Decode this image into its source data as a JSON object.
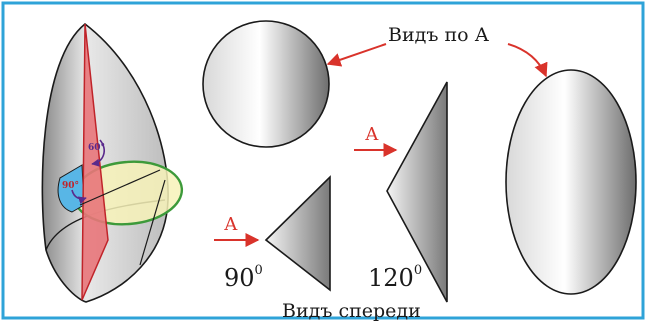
{
  "labels": {
    "view_a_title": "Видъ по А",
    "front_view_title": "Видъ спереди",
    "arrow_a_left": "А",
    "arrow_a_mid": "А",
    "angle_90_base": "90",
    "angle_90_sup": "0",
    "angle_120_base": "120",
    "angle_120_sup": "0",
    "angle_60_small": "60°",
    "angle_90_small": "90°"
  },
  "colors": {
    "frame_border": "#2fa3d8",
    "arrow_red": "#d9332b",
    "cut_plane_red": "#e8767a",
    "section_blue": "#58b6e6",
    "section_yellow": "#f7f2b8",
    "ellipse_green": "#3d9a3a",
    "angle_purple": "#5a2a8c",
    "angle_red_text": "#c0242a"
  }
}
